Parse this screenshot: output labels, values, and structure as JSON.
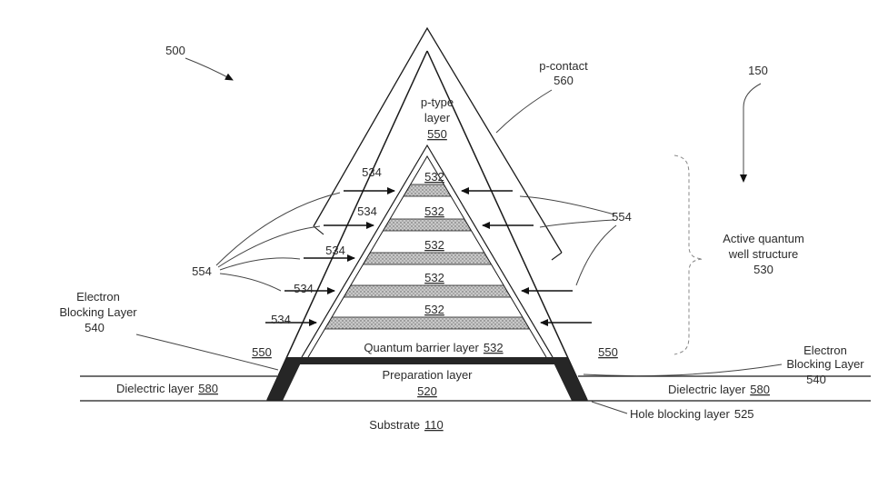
{
  "fig": {
    "ref_overall": "500",
    "ref_direction": "150",
    "p_contact": "p-contact",
    "p_contact_ref": "560",
    "p_type_l1": "p-type",
    "p_type_l2": "layer",
    "p_type_ref": "550",
    "well_refs": [
      "532",
      "532",
      "532",
      "532",
      "532"
    ],
    "arrow_refs": [
      "534",
      "534",
      "534",
      "534",
      "534"
    ],
    "facet_ref": "554",
    "active_l1": "Active quantum",
    "active_l2": "well structure",
    "active_ref": "530",
    "ebl_l1": "Electron",
    "ebl_l2": "Blocking Layer",
    "ebl_ref": "540",
    "flank_ref": "550",
    "qbl_label": "Quantum barrier layer",
    "qbl_ref": "532",
    "prep_label": "Preparation layer",
    "prep_ref": "520",
    "dielectric_label": "Dielectric layer",
    "dielectric_ref": "580",
    "substrate_label": "Substrate",
    "substrate_ref": "110",
    "hbl_label": "Hole blocking layer",
    "hbl_ref": "525"
  },
  "colors": {
    "line": "#1a1a1a",
    "text": "#2b2b2b",
    "dark_layer": "#262626",
    "band_fill": "#c9c9c9"
  }
}
